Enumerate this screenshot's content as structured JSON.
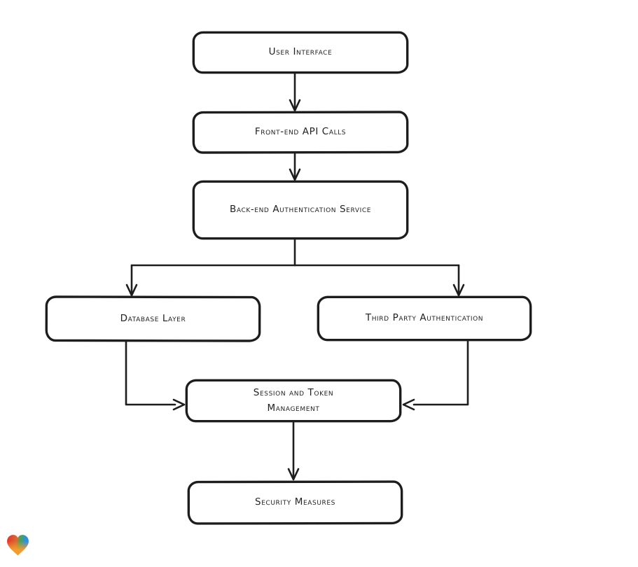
{
  "canvas": {
    "background": "#ffffff",
    "stroke_color": "#1d1d1d",
    "node_fill": "#ffffff",
    "node_text_color": "#1f1f1f"
  },
  "nodes": {
    "user_interface": {
      "label": "User Interface"
    },
    "frontend_api": {
      "label": "Front-end API Calls"
    },
    "backend_auth": {
      "label": "Back-end Authentication Service"
    },
    "database": {
      "label": "Database Layer"
    },
    "third_party": {
      "label": "Third Party Authentication"
    },
    "session": {
      "label": "Session and Token Management"
    },
    "security": {
      "label": "Security Measures"
    }
  },
  "edges": [
    {
      "from": "user_interface",
      "to": "frontend_api",
      "direction": "down"
    },
    {
      "from": "frontend_api",
      "to": "backend_auth",
      "direction": "down"
    },
    {
      "from": "backend_auth",
      "to": "database",
      "direction": "down-left"
    },
    {
      "from": "backend_auth",
      "to": "third_party",
      "direction": "down-right"
    },
    {
      "from": "database",
      "to": "session",
      "direction": "down-right"
    },
    {
      "from": "third_party",
      "to": "session",
      "direction": "down-left"
    },
    {
      "from": "session",
      "to": "security",
      "direction": "down"
    }
  ],
  "watermark": {
    "name": "eraser-heart-logo",
    "colors": [
      "#e5312a",
      "#43a653",
      "#2f8fe0",
      "#f39b2d"
    ]
  }
}
